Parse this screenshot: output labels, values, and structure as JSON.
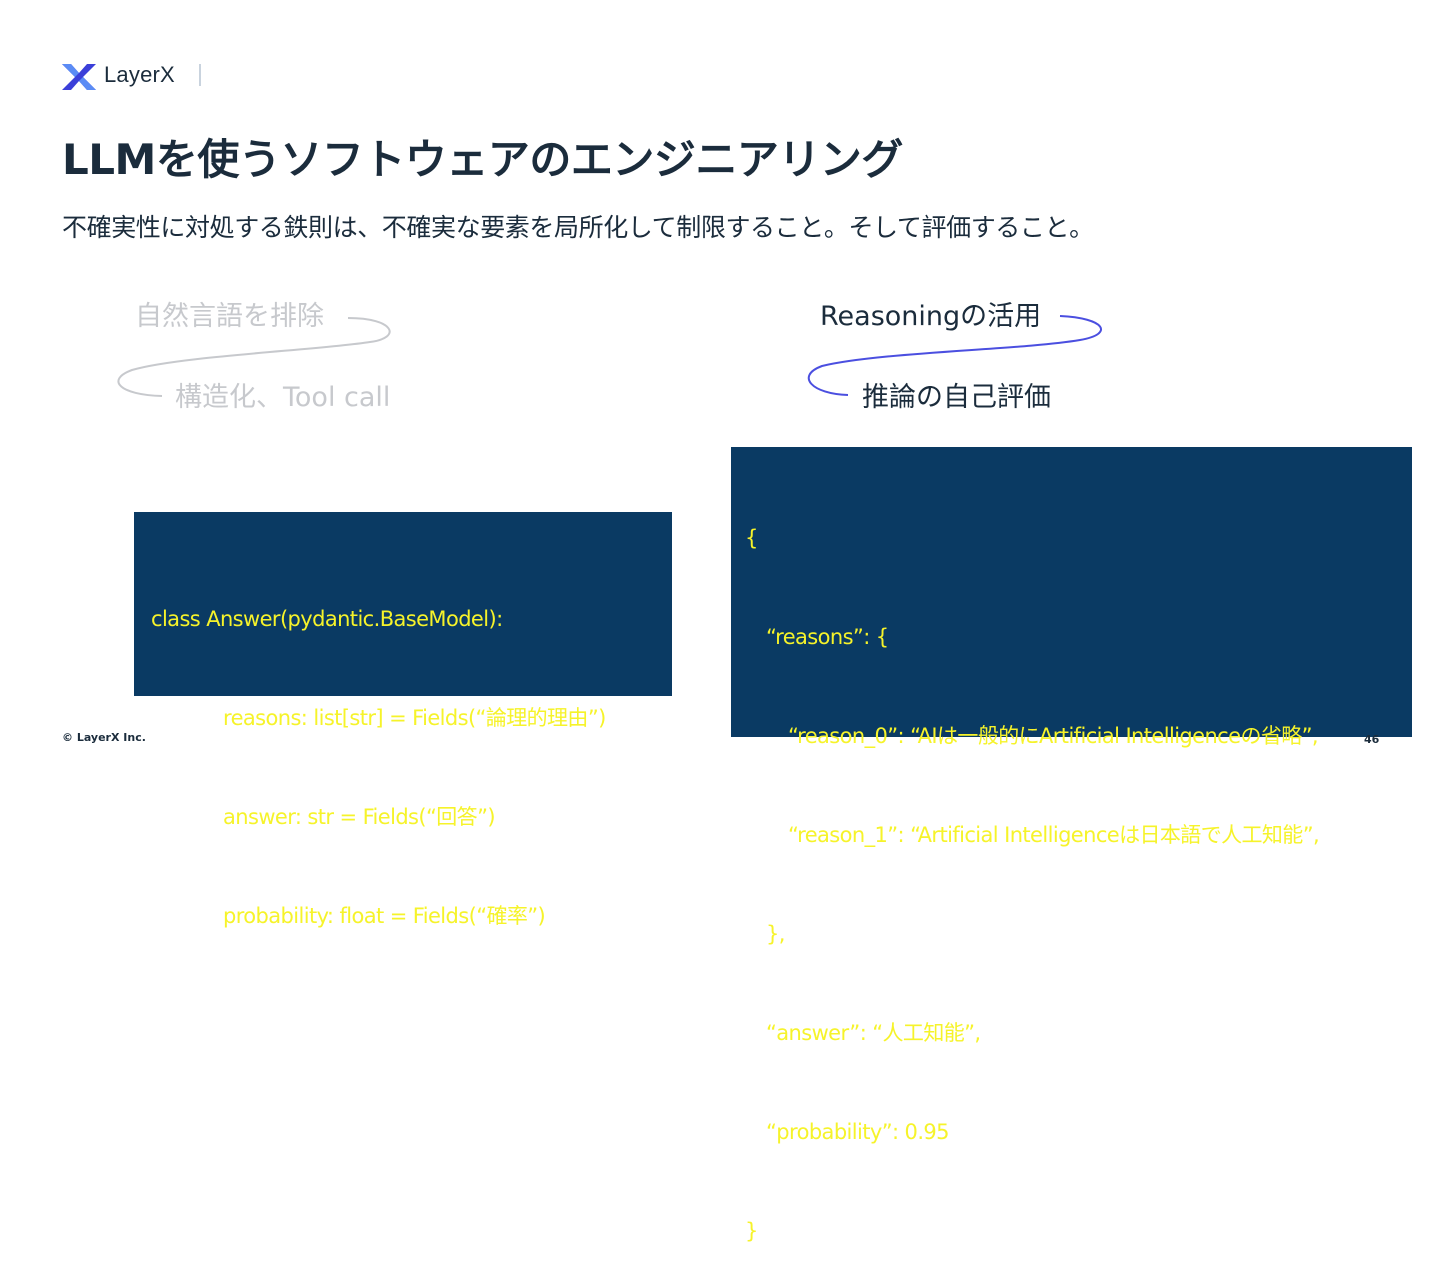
{
  "brand": {
    "logo_text": "LayerX",
    "logo_colors": [
      "#3b3fd9",
      "#5b8cf5"
    ]
  },
  "slide": {
    "title": "LLMを使うソフトウェアのエンジニアリング",
    "subtitle": "不確実性に対処する鉄則は、不確実な要素を局所化して制限すること。そして評価すること。"
  },
  "left_flow": {
    "top_label": "自然言語を排除",
    "bottom_label": "構造化、Tool call",
    "text_color": "#c7c9cd",
    "curve_color": "#c7c9cd"
  },
  "right_flow": {
    "top_label": "Reasoningの活用",
    "bottom_label": "推論の自己評価",
    "curve_color": "#4b4fe0"
  },
  "code_left": {
    "lines": [
      "class Answer(pydantic.BaseModel):",
      "reasons: list[str] = Fields(“論理的理由”)",
      "answer: str = Fields(“回答”)",
      "probability: float = Fields(“確率”)"
    ]
  },
  "code_right": {
    "lines": [
      "{",
      "“reasons”: {",
      "“reason_0”: “AIは一般的にArtificial Intelligenceの省略”,",
      "“reason_1”: “Artificial Intelligenceは日本語で人工知能”,",
      "},",
      "“answer”: “人工知能”,",
      "“probability”: 0.95",
      "}"
    ]
  },
  "code_colors": {
    "background": "#0a3a63",
    "text": "#f6f32a"
  },
  "footer": {
    "copyright": "© LayerX Inc.",
    "page_number": "46"
  }
}
